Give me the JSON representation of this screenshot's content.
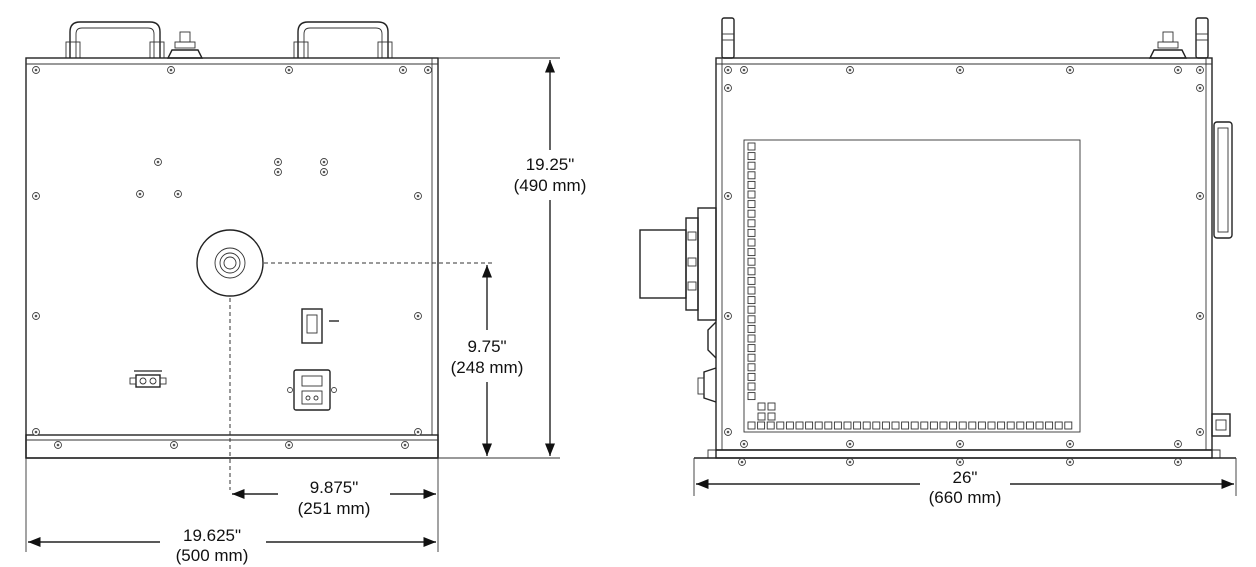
{
  "dimensions": {
    "front_height": {
      "imperial": "19.25\"",
      "metric": "(490 mm)"
    },
    "center_height": {
      "imperial": "9.75\"",
      "metric": "(248 mm)"
    },
    "center_offset": {
      "imperial": "9.875\"",
      "metric": "(251 mm)"
    },
    "front_width": {
      "imperial": "19.625\"",
      "metric": "(500 mm)"
    },
    "side_depth": {
      "imperial": "26\"",
      "metric": "(660 mm)"
    }
  },
  "colors": {
    "line": "#222222",
    "background": "#ffffff"
  }
}
